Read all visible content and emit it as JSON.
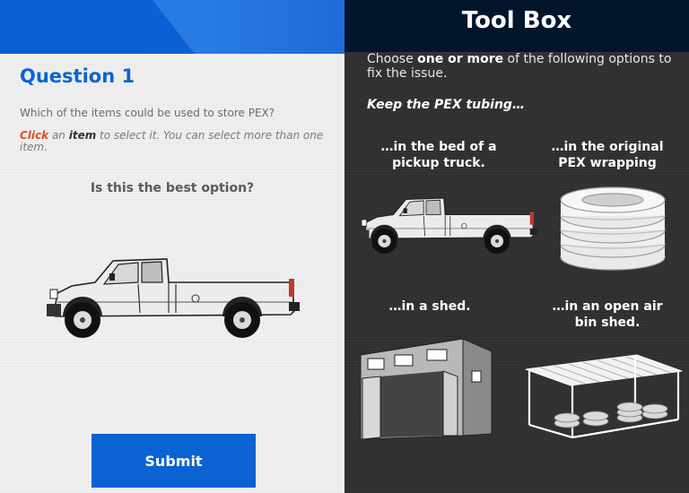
{
  "question": {
    "title": "Question 1",
    "text": "Which of the items could be used to store PEX?",
    "instructions": {
      "click": "Click",
      "part1": " an ",
      "item": "item",
      "part2": " to select it. You can select more than one item."
    },
    "best_option_prompt": "Is this the best option?",
    "selected_item": "pickup-truck",
    "submit_label": "Submit"
  },
  "toolbox": {
    "title": "Tool Box",
    "choose_pre": "Choose ",
    "choose_bold": "one or more",
    "choose_post": " of the following options to fix the issue.",
    "keep_label": "Keep the PEX tubing…",
    "options": [
      {
        "line1": "…in the bed of a",
        "line2": "pickup truck.",
        "icon": "pickup-truck-icon"
      },
      {
        "line1": "…in the original",
        "line2": "PEX wrapping",
        "icon": "pex-coil-icon"
      },
      {
        "line1": "…in a shed.",
        "line2": "",
        "icon": "shed-icon"
      },
      {
        "line1": "…in an open air",
        "line2": "bin shed.",
        "icon": "open-air-shed-icon"
      }
    ]
  },
  "colors": {
    "accent_blue": "#0b62d3",
    "click_orange": "#e14a1f",
    "dark_panel": "#333333",
    "header_navy": "#03152c"
  }
}
